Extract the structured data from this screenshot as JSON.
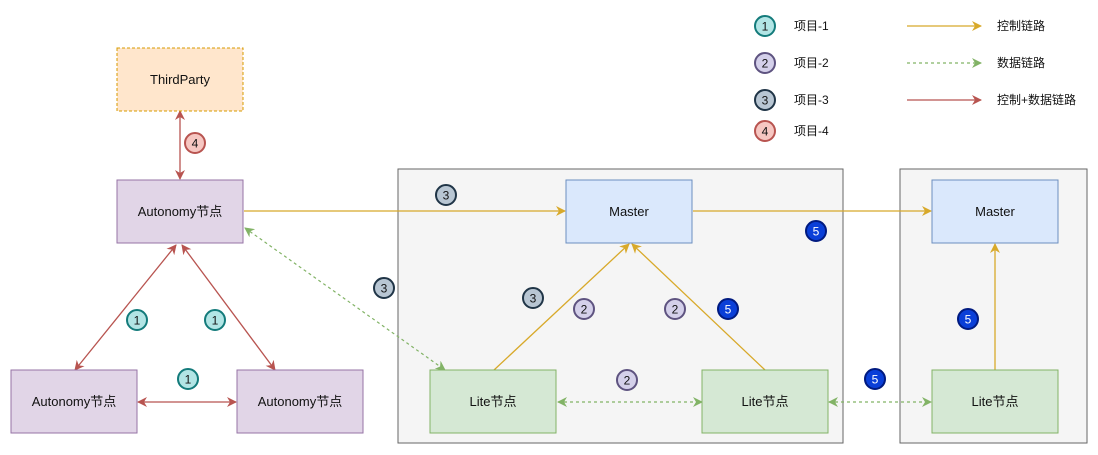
{
  "legend": {
    "items": [
      {
        "num": "1",
        "label": "项目-1",
        "fill": "#b2e5e5",
        "stroke": "#147b7b",
        "text": "#111111"
      },
      {
        "num": "2",
        "label": "项目-2",
        "fill": "#d4d0ea",
        "stroke": "#5e5380",
        "text": "#111111"
      },
      {
        "num": "3",
        "label": "项目-3",
        "fill": "#b8c6d3",
        "stroke": "#203547",
        "text": "#111111"
      },
      {
        "num": "4",
        "label": "项目-4",
        "fill": "#f6c7c2",
        "stroke": "#b85450",
        "text": "#111111"
      }
    ],
    "links": [
      {
        "label": "控制链路",
        "style": "control"
      },
      {
        "label": "数据链路",
        "style": "data"
      },
      {
        "label": "控制+数据链路",
        "style": "both"
      }
    ]
  },
  "colors": {
    "control": "#d8a92a",
    "data": "#82b366",
    "both": "#b85450",
    "autonomy_fill": "#e1d5e7",
    "autonomy_stroke": "#9673a6",
    "master_fill": "#dae8fc",
    "master_stroke": "#6c8ebf",
    "lite_fill": "#d5e8d4",
    "lite_stroke": "#82b366",
    "third_fill": "#ffe6cc",
    "third_stroke": "#d79b00",
    "cluster_fill": "#f5f5f5",
    "cluster_stroke": "#666666",
    "badge5_fill": "#0a3fd8",
    "badge5_stroke": "#001a80"
  },
  "nodes": {
    "thirdparty": "ThirdParty",
    "autonomy_top": "Autonomy节点",
    "autonomy_left": "Autonomy节点",
    "autonomy_right": "Autonomy节点",
    "master_1": "Master",
    "lite_1a": "Lite节点",
    "lite_1b": "Lite节点",
    "master_2": "Master",
    "lite_2": "Lite节点"
  },
  "badges": [
    {
      "id": "b4",
      "num": "4",
      "kind": "4"
    },
    {
      "id": "b1a",
      "num": "1",
      "kind": "1"
    },
    {
      "id": "b1b",
      "num": "1",
      "kind": "1"
    },
    {
      "id": "b1c",
      "num": "1",
      "kind": "1"
    },
    {
      "id": "b3a",
      "num": "3",
      "kind": "3"
    },
    {
      "id": "b3b",
      "num": "3",
      "kind": "3"
    },
    {
      "id": "b3c",
      "num": "3",
      "kind": "3"
    },
    {
      "id": "b2a",
      "num": "2",
      "kind": "2"
    },
    {
      "id": "b2b",
      "num": "2",
      "kind": "2"
    },
    {
      "id": "b2c",
      "num": "2",
      "kind": "2"
    },
    {
      "id": "b5a",
      "num": "5",
      "kind": "5"
    },
    {
      "id": "b5b",
      "num": "5",
      "kind": "5"
    },
    {
      "id": "b5c",
      "num": "5",
      "kind": "5"
    },
    {
      "id": "b5d",
      "num": "5",
      "kind": "5"
    }
  ]
}
